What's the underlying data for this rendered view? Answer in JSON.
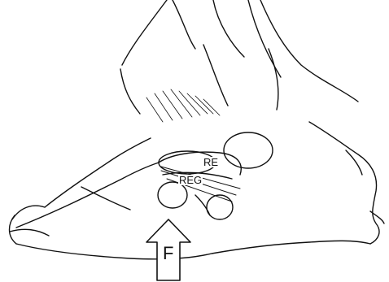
{
  "labels": {
    "re": "RE",
    "reg": "REG",
    "force": "F"
  },
  "colors": {
    "ink": "#111111",
    "paper": "#ffffff"
  }
}
